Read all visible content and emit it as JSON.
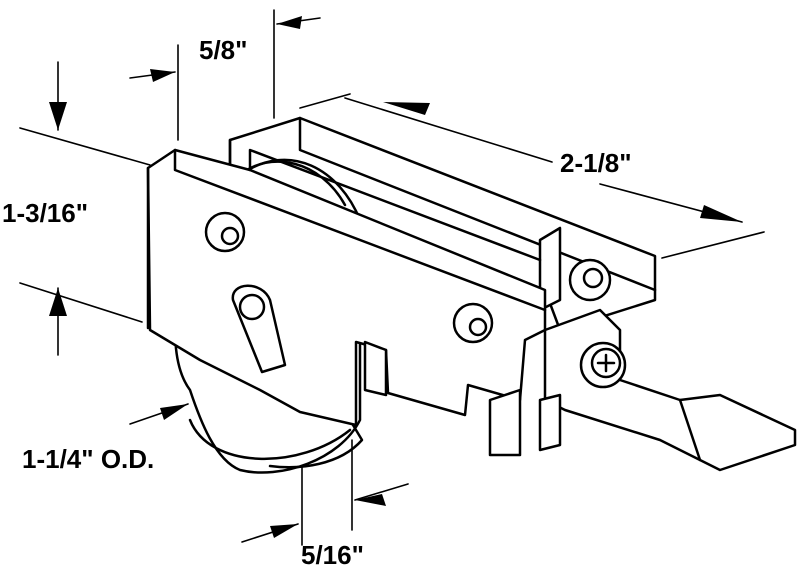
{
  "diagram": {
    "subject": "sliding door roller assembly",
    "dimensions": {
      "width_5_8": "5/8\"",
      "length_2_1_8": "2-1/8\"",
      "height_1_3_16": "1-3/16\"",
      "wheel_od": "1-1/4\" O.D.",
      "wheel_width": "5/16\""
    },
    "colors": {
      "line": "#000000",
      "fill": "#ffffff"
    }
  }
}
